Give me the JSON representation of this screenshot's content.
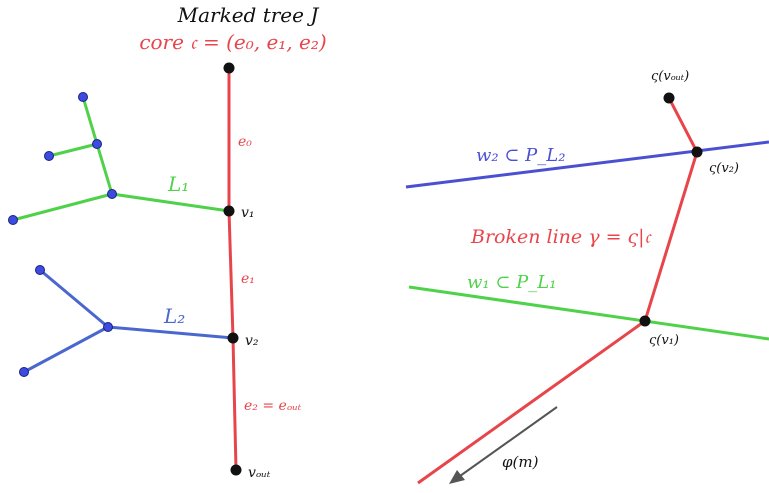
{
  "colors": {
    "core": "#e8454b",
    "green": "#4fd24a",
    "blue": "#4a67d0",
    "dot": "#3d4be0",
    "black": "#111111",
    "arrow": "#555555"
  },
  "left": {
    "title": "Marked tree J",
    "core_label": "core  𝔠 = (e₀, e₁, e₂)",
    "edge_labels": [
      "e₀",
      "e₁",
      "e₂ = eₒᵤₜ"
    ],
    "vertex_labels": [
      "v₁",
      "v₂",
      "vₒᵤₜ"
    ],
    "leg_labels": [
      "L₁",
      "L₂"
    ]
  },
  "right": {
    "line_labels": [
      "w₂ ⊂ P_L₂",
      "w₁ ⊂ P_L₁"
    ],
    "point_labels": [
      "ς(vₒᵤₜ)",
      "ς(v₂)",
      "ς(v₁)"
    ],
    "broken_line_label": "Broken line γ = ς|𝔠",
    "arrow_label": "φ(m)"
  }
}
